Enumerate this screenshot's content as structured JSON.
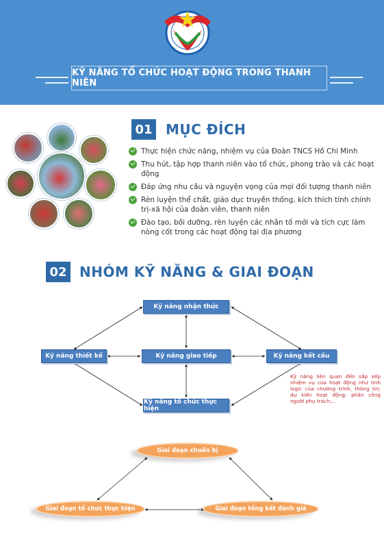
{
  "header": {
    "logo_icon": "youth-union-emblem-icon",
    "title": "KỸ NĂNG TỔ CHỨC HOẠT ĐỘNG TRONG THANH NIÊN"
  },
  "section1": {
    "number": "01",
    "title": "MỤC ĐÍCH",
    "items": [
      "Thực hiện chức năng, nhiệm vụ của Đoàn TNCS Hồ Chí Minh",
      "Thu hút, tập hợp thanh niên vào tổ chức, phong trào và các hoạt động",
      "Đáp ứng nhu cầu và nguyện vọng của mọi đối tượng thanh niên",
      "Rèn luyện thể chất, giáo dục truyền thống, kích thích tính chính trị-xã hội của đoàn viên, thanh niên",
      "Đào tạo, bồi dưỡng, rèn luyện các nhân tố mới và tích cực làm nòng cốt trong các hoạt động tại địa phương"
    ]
  },
  "section2": {
    "number": "02",
    "title": "NHÓM KỸ NĂNG & GIAI ĐOẠN",
    "skills": {
      "top": "Kỹ năng nhận thức",
      "left": "Kỹ năng thiết kế",
      "center": "Kỹ năng giao tiếp",
      "right": "Kỹ năng kết cấu",
      "bottom": "Kỹ năng tổ chức thực hiện"
    },
    "note": "Kỹ năng liên quan đến sắp xếp nhiệm vụ của hoạt động như tính logic của chương trình, thông tin; dự kiến hoạt động; phân công người phụ trách;...",
    "stages": {
      "top": "Giai đoạn chuẩn bị",
      "left": "Giai đoạn tổ chức thực hiện",
      "right": "Giai đoạn tổng kết đánh giá"
    }
  },
  "colors": {
    "header_bg": "#4c8fd0",
    "accent": "#2f6aa8",
    "skill_box": "#4a7fc0",
    "stage": "#f3a35c",
    "note_text": "#c0262b",
    "check": "#4aa23a"
  }
}
